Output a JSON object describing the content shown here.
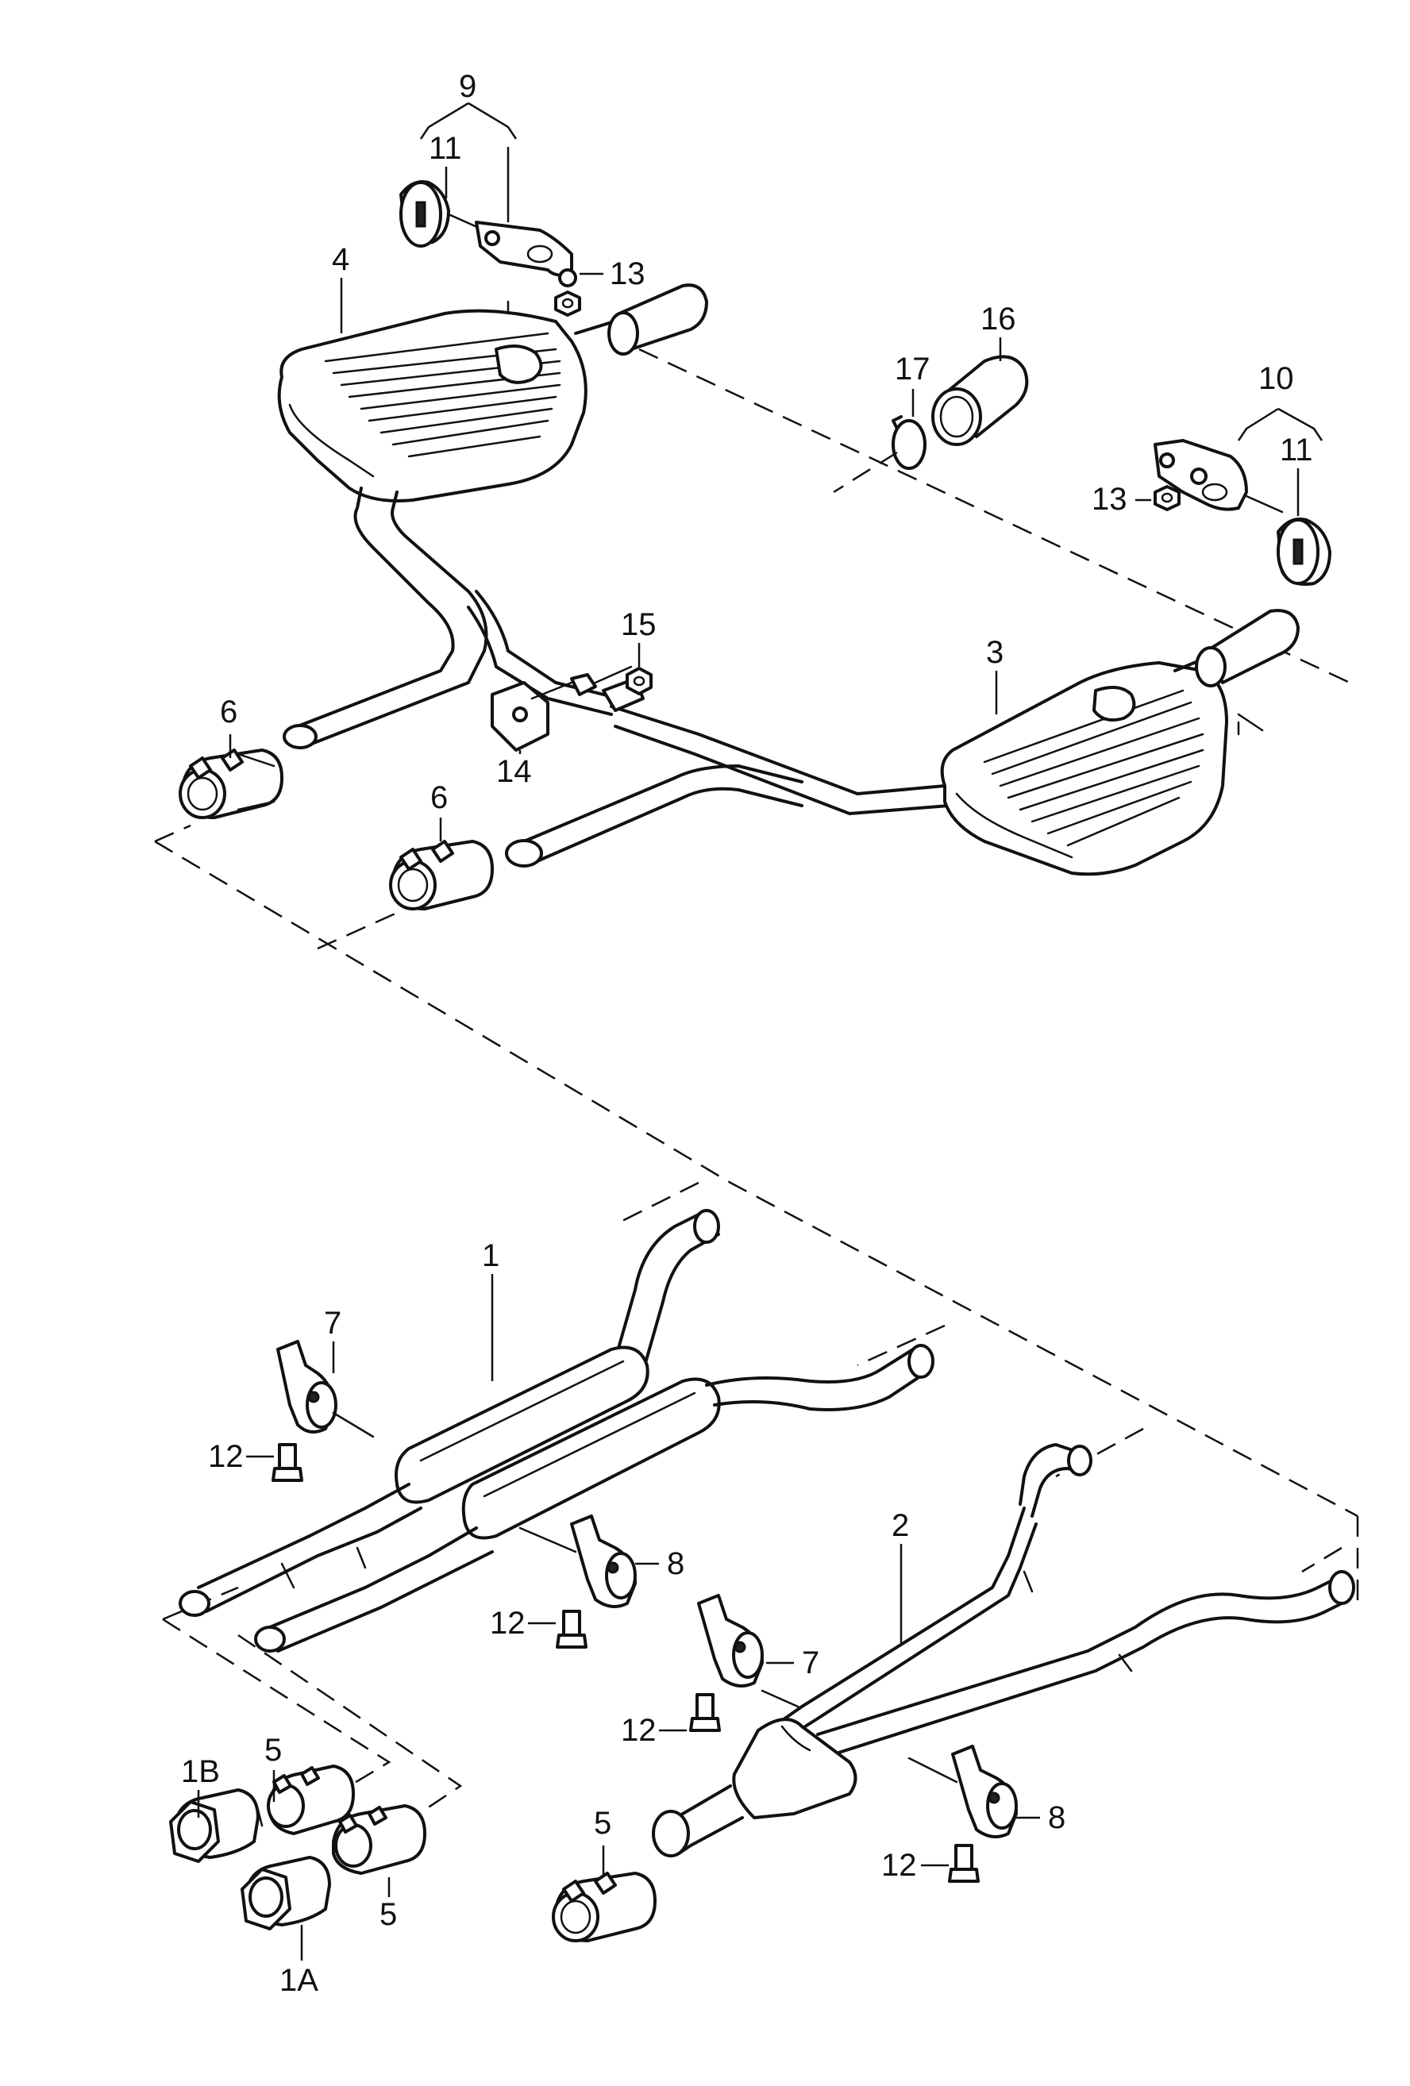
{
  "callouts": {
    "c9": "9",
    "c11a": "11",
    "c13a": "13",
    "c4": "4",
    "c16": "16",
    "c17": "17",
    "c10": "10",
    "c11b": "11",
    "c13b": "13",
    "c15": "15",
    "c3": "3",
    "c6a": "6",
    "c14": "14",
    "c6b": "6",
    "c1": "1",
    "c7a": "7",
    "c12a": "12",
    "c8a": "8",
    "c12b": "12",
    "c2": "2",
    "c7b": "7",
    "c12c": "12",
    "c5a": "5",
    "c1B": "1B",
    "c5b": "5",
    "c1A": "1A",
    "c5c": "5",
    "c8b": "8",
    "c12d": "12"
  }
}
